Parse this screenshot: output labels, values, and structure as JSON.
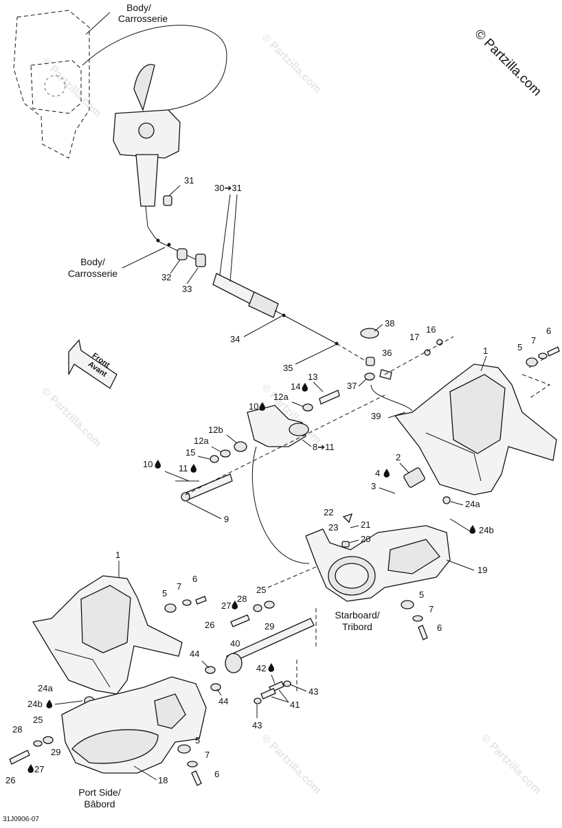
{
  "copyright": "© Partzilla.com",
  "watermark": "© Partzilla.com",
  "drawing_number": "31J0906-07",
  "front_arrow": {
    "line1": "Front",
    "line2": "Avant"
  },
  "captions": {
    "body_top": [
      "Body/",
      "Carrosserie"
    ],
    "body_mid": [
      "Body/",
      "Carrosserie"
    ],
    "starboard": [
      "Starboard/",
      "Tribord"
    ],
    "port": [
      "Port Side/",
      "Bâbord"
    ]
  },
  "callouts": {
    "c1a": "1",
    "c1b": "1",
    "c2": "2",
    "c3": "3",
    "c4": "4",
    "c5a": "5",
    "c5b": "5",
    "c5c": "5",
    "c5d": "5",
    "c6a": "6",
    "c6b": "6",
    "c6c": "6",
    "c6d": "6",
    "c7a": "7",
    "c7b": "7",
    "c7c": "7",
    "c7d": "7",
    "c8_11": "8➔11",
    "c9": "9",
    "c10a": "10",
    "c10b": "10",
    "c11": "11",
    "c12a": "12a",
    "c12a2": "12a",
    "c12b": "12b",
    "c13": "13",
    "c14": "14",
    "c15": "15",
    "c16": "16",
    "c17": "17",
    "c18": "18",
    "c19": "19",
    "c20": "20",
    "c21": "21",
    "c22": "22",
    "c23": "23",
    "c24a1": "24a",
    "c24b1": "24b",
    "c24a2": "24a",
    "c24b2": "24b",
    "c25a": "25",
    "c25b": "25",
    "c26a": "26",
    "c26b": "26",
    "c27a": "27",
    "c27b": "27",
    "c28a": "28",
    "c28b": "28",
    "c29a": "29",
    "c29b": "29",
    "c30_31": "30➔31",
    "c31": "31",
    "c32": "32",
    "c33": "33",
    "c34": "34",
    "c35": "35",
    "c36": "36",
    "c37": "37",
    "c38": "38",
    "c39": "39",
    "c40": "40",
    "c41": "41",
    "c42": "42",
    "c43a": "43",
    "c43b": "43",
    "c44a": "44",
    "c44b": "44"
  }
}
